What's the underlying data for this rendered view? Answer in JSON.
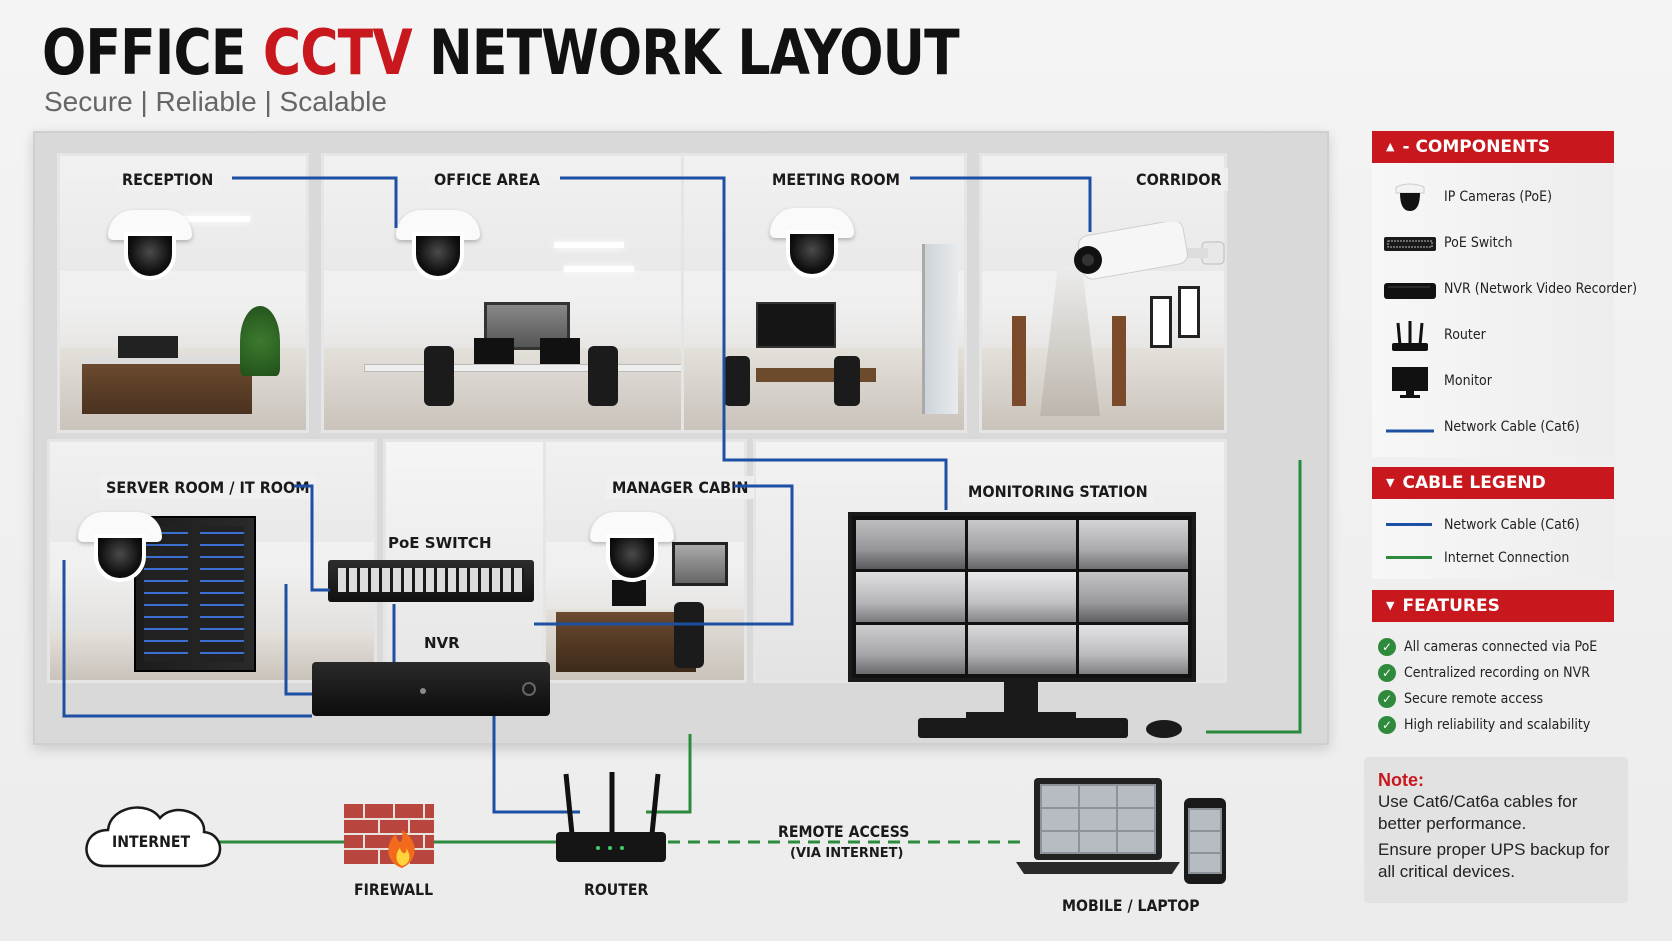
{
  "title": {
    "part1": "OFFICE",
    "highlight": "CCTV",
    "part2": "NETWORK LAYOUT"
  },
  "subtitle": "Secure | Reliable | Scalable",
  "rooms": {
    "reception": "RECEPTION",
    "office_area": "OFFICE AREA",
    "meeting_room": "MEETING ROOM",
    "corridor": "CORRIDOR",
    "server_room": "SERVER ROOM / IT ROOM",
    "manager_cabin": "MANAGER CABIN",
    "monitoring_station": "MONITORING STATION"
  },
  "devices": {
    "poe_switch": "PoE SWITCH",
    "nvr": "NVR",
    "internet": "INTERNET",
    "firewall": "FIREWALL",
    "router": "ROUTER",
    "remote_access": "REMOTE ACCESS",
    "remote_access_sub": "(VIA INTERNET)",
    "mobile_laptop": "MOBILE / LAPTOP"
  },
  "components": {
    "title": "- COMPONENTS",
    "items": [
      {
        "label": "IP Cameras (PoE)",
        "icon": "camera-icon"
      },
      {
        "label": "PoE Switch",
        "icon": "switch-icon"
      },
      {
        "label": "NVR (Network Video Recorder)",
        "icon": "nvr-icon"
      },
      {
        "label": "Router",
        "icon": "router-icon"
      },
      {
        "label": "Monitor",
        "icon": "monitor-icon"
      },
      {
        "label": "Network Cable (Cat6)",
        "icon": "cable-icon"
      }
    ]
  },
  "cable_legend": {
    "title": "CABLE LEGEND",
    "items": [
      {
        "label": "Network Cable (Cat6)",
        "color": "#1d4fa3"
      },
      {
        "label": "Internet Connection",
        "color": "#2b8a3e"
      }
    ]
  },
  "features": {
    "title": "FEATURES",
    "items": [
      "All cameras connected via PoE",
      "Centralized recording on NVR",
      "Secure remote access",
      "High reliability and scalability"
    ]
  },
  "note": {
    "title": "Note:",
    "line1": "Use Cat6/Cat6a cables for better performance.",
    "line2": "Ensure proper UPS backup for all critical devices."
  },
  "colors": {
    "accent": "#c8181e",
    "network_cable": "#1d4fa3",
    "internet": "#2b8a3e"
  }
}
